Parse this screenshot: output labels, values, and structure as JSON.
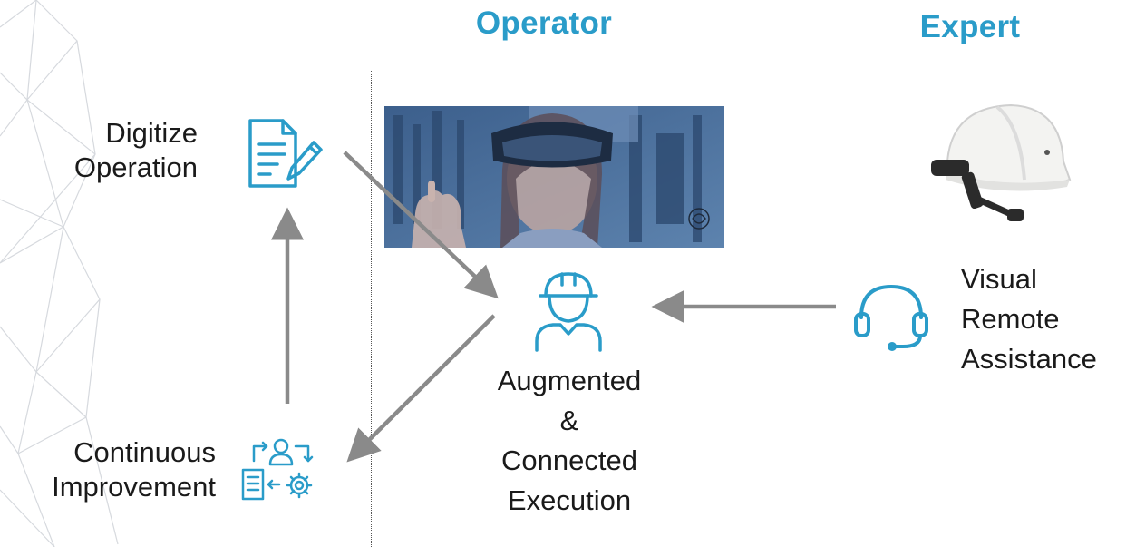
{
  "headers": {
    "operator": "Operator",
    "expert": "Expert"
  },
  "nodes": {
    "digitize": {
      "line1": "Digitize",
      "line2": "Operation",
      "icon": "document-edit-icon"
    },
    "continuous": {
      "line1": "Continuous",
      "line2": "Improvement",
      "icon": "process-improvement-icon"
    },
    "augmented": {
      "line1": "Augmented",
      "line2": "&",
      "line3": "Connected",
      "line4": "Execution",
      "icon": "worker-hardhat-icon"
    },
    "remote": {
      "line1": "Visual",
      "line2": "Remote",
      "line3": "Assistance",
      "icon": "headset-icon"
    }
  },
  "images": {
    "operator_photo": "operator-with-ar-headset-photo",
    "smart_helmet": "smart-helmet-with-camera"
  },
  "colors": {
    "accent": "#2a9cc9",
    "arrow": "#8a8a8a",
    "divider": "#555555",
    "photo_tint": "#4a6f9a"
  }
}
